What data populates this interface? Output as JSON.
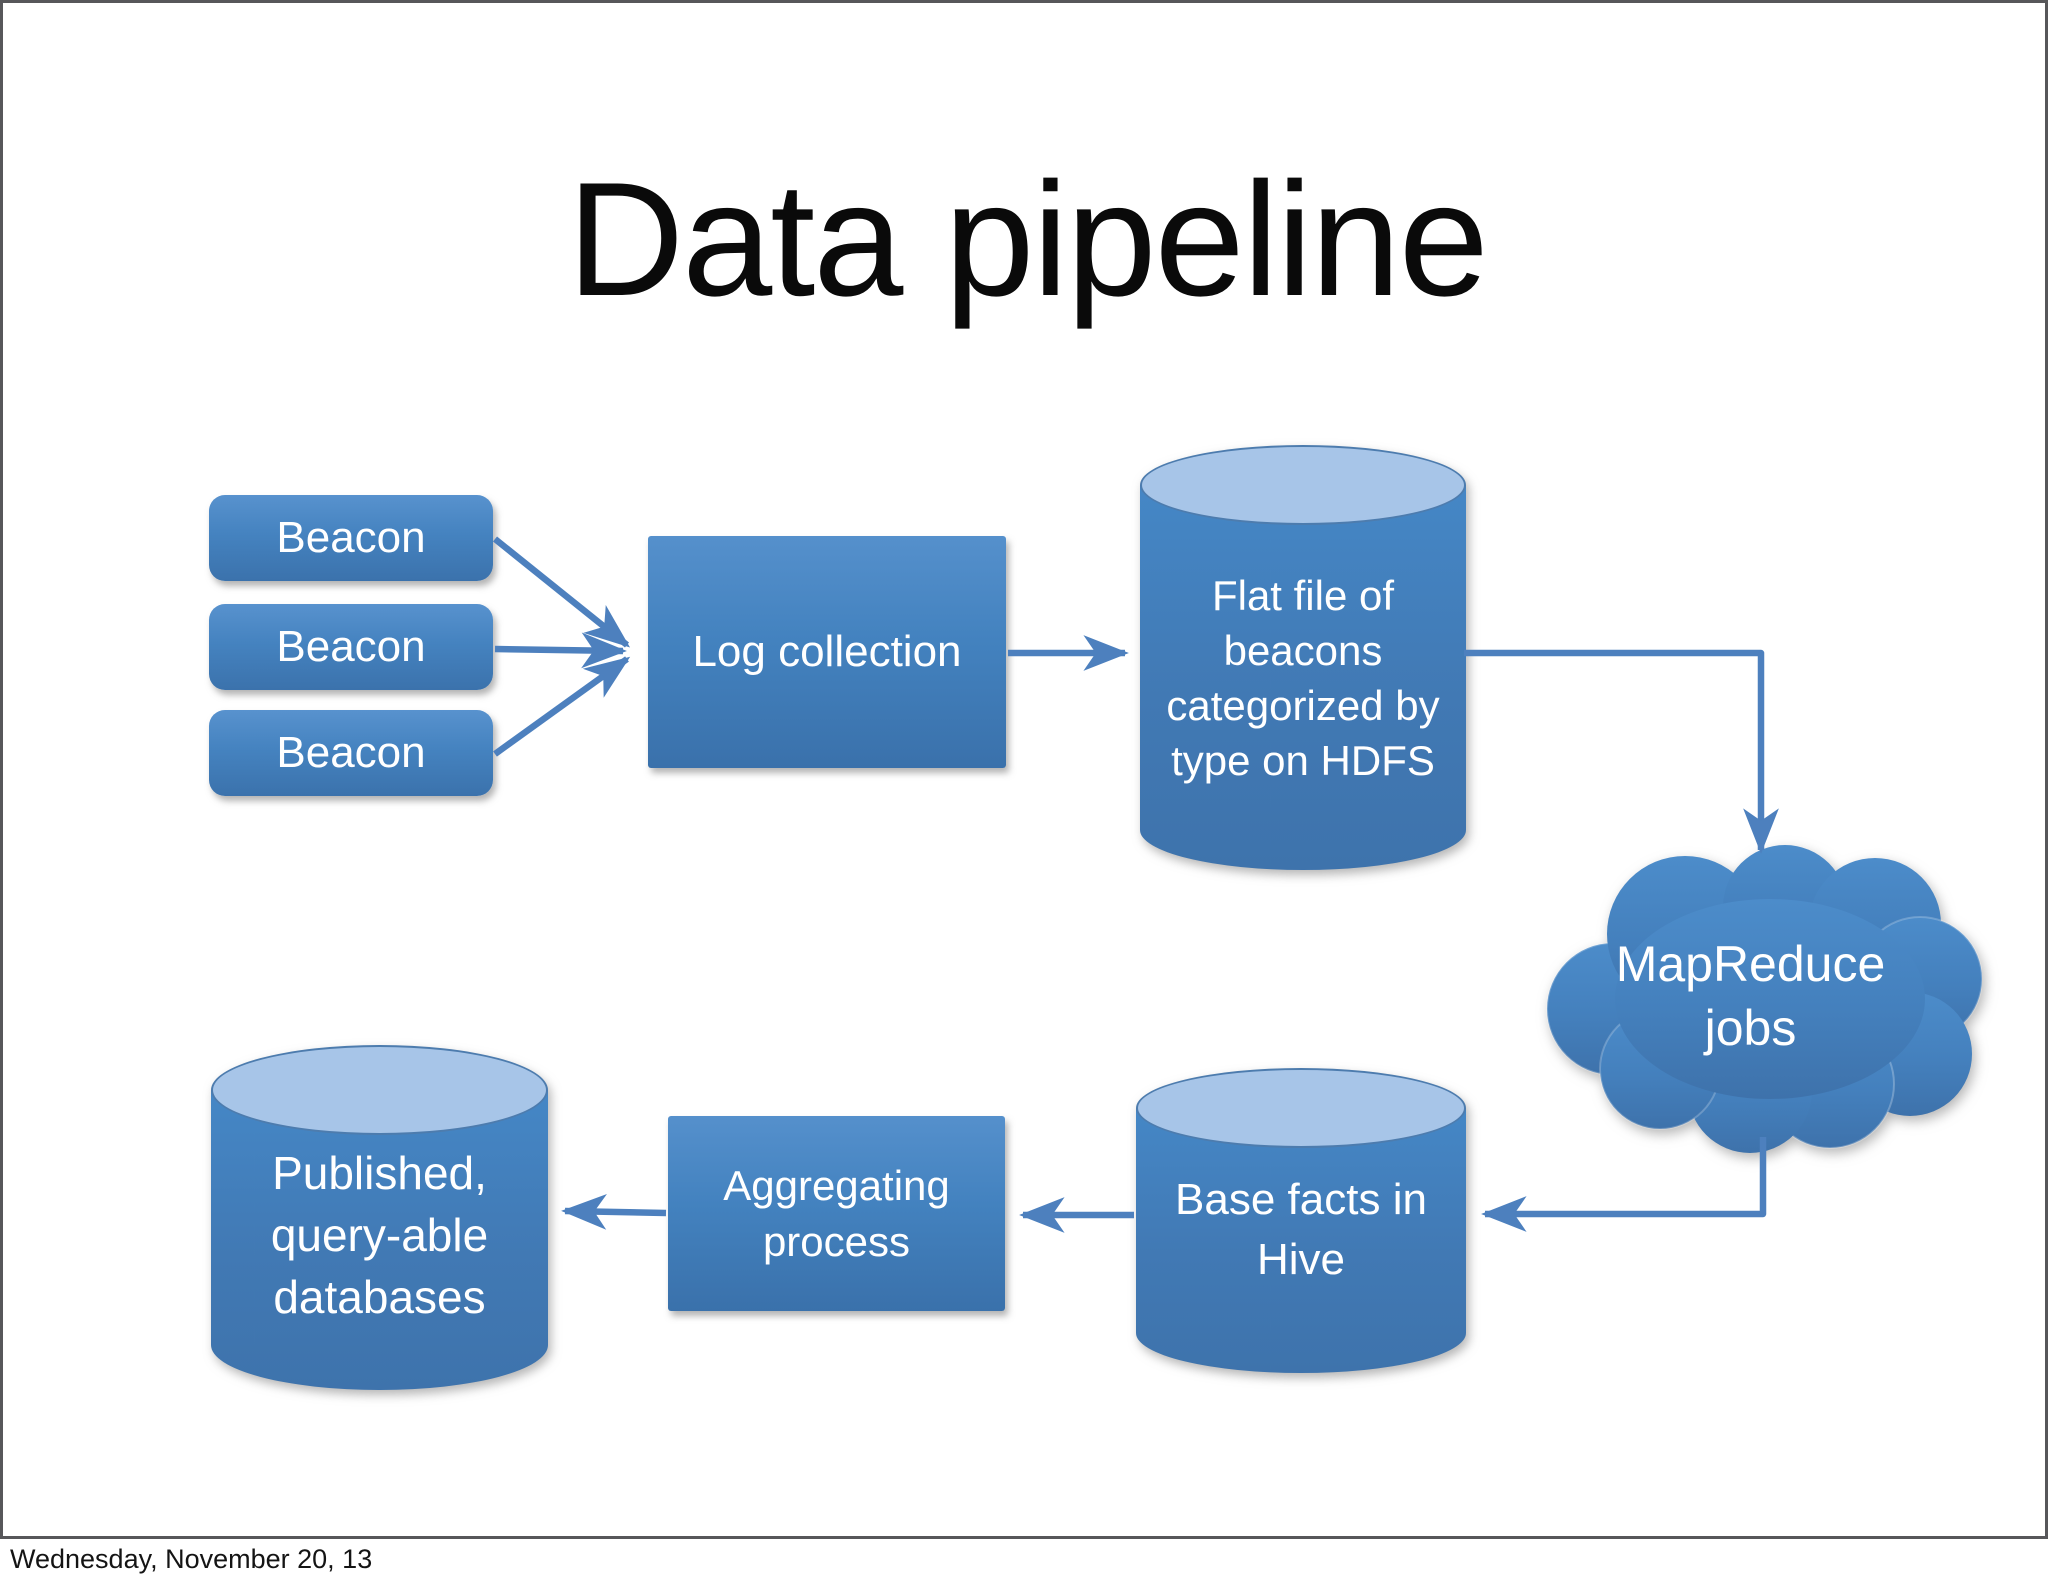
{
  "slide": {
    "title": "Data pipeline",
    "footer": "Wednesday, November 20, 13"
  },
  "nodes": {
    "beacon_1": "Beacon",
    "beacon_2": "Beacon",
    "beacon_3": "Beacon",
    "log_collection": "Log collection",
    "hdfs_store": "Flat file of\nbeacons\ncategorized by\ntype on HDFS",
    "mapreduce": "MapReduce\njobs",
    "hive_store": "Base facts in\nHive",
    "aggregating": "Aggregating\nprocess",
    "published_db": "Published,\nquery-able\ndatabases"
  },
  "connections": [
    {
      "from": "Beacon",
      "to": "Log collection"
    },
    {
      "from": "Beacon",
      "to": "Log collection"
    },
    {
      "from": "Beacon",
      "to": "Log collection"
    },
    {
      "from": "Log collection",
      "to": "Flat file of beacons categorized by type on HDFS"
    },
    {
      "from": "Flat file of beacons categorized by type on HDFS",
      "to": "MapReduce jobs"
    },
    {
      "from": "MapReduce jobs",
      "to": "Base facts in Hive"
    },
    {
      "from": "Base facts in Hive",
      "to": "Aggregating process"
    },
    {
      "from": "Aggregating process",
      "to": "Published, query-able databases"
    }
  ],
  "colors": {
    "shape_gradient_top": "#5892ce",
    "shape_gradient_bottom": "#3b72ac",
    "cylinder_top_fill": "#a7c5e8",
    "connector": "#4d80be",
    "slide_border": "#57575a",
    "title_text": "#0a0a0a",
    "label_text": "#ffffff"
  }
}
